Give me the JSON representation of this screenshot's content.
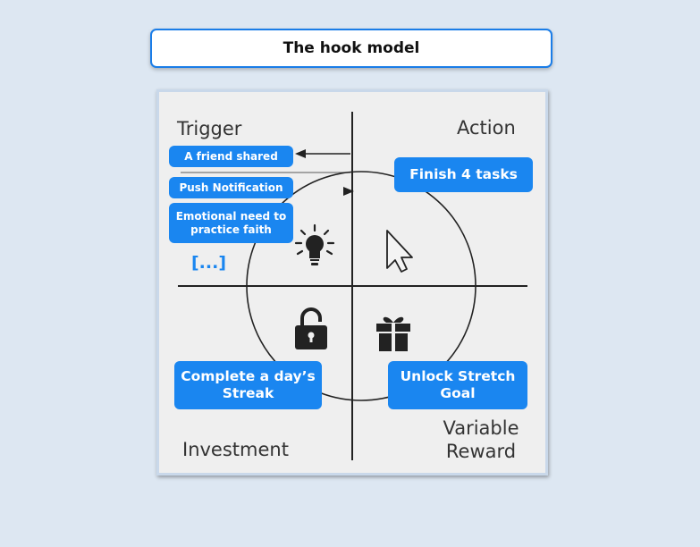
{
  "title": "The hook model",
  "quadrants": {
    "trigger": "Trigger",
    "action": "Action",
    "investment": "Investment",
    "reward_line1": "Variable",
    "reward_line2": "Reward"
  },
  "trigger_items": [
    "A friend shared",
    "Push Notification",
    "Emotional need to practice faith"
  ],
  "ellipsis": "[...]",
  "action_item": "Finish 4 tasks",
  "investment_item": "Complete a day’s Streak",
  "reward_item": "Unlock Stretch Goal",
  "icons": [
    "lightbulb-icon",
    "cursor-icon",
    "padlock-icon",
    "gift-icon"
  ],
  "colors": {
    "accent": "#1a86f0",
    "title_border": "#1a7de8",
    "background": "#dde7f2"
  }
}
